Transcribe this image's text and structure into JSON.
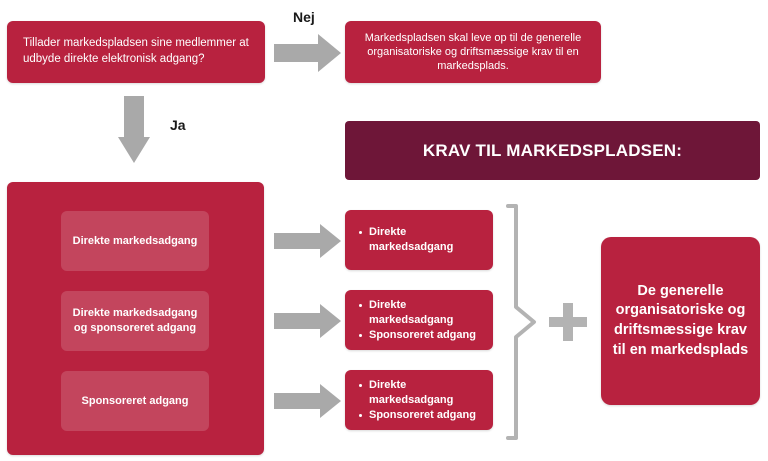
{
  "question": "Tillader markedspladsen sine medlemmer at udbyde direkte elektronisk adgang?",
  "no_label": "Nej",
  "yes_label": "Ja",
  "no_outcome": "Markedspladsen skal leve op til de generelle organisatoriske og driftsmæssige krav til en markedsplads.",
  "requirements_heading": "KRAV TIL MARKEDSPLADSEN:",
  "access_types": [
    "Direkte markedsadgang",
    "Direkte markedsadgang og sponsoreret adgang",
    "Sponsoreret adgang"
  ],
  "requirements": [
    [
      "Direkte markedsadgang"
    ],
    [
      "Direkte markedsadgang",
      "Sponsoreret adgang"
    ],
    [
      "Direkte markedsadgang",
      "Sponsoreret adgang"
    ]
  ],
  "general_requirements": "De generelle organisatoriske og driftsmæssige krav til en markedsplads",
  "colors": {
    "box": "#b8223f",
    "header": "#6e1638",
    "arrow": "#a9a9a9",
    "brace": "#b3b3b3"
  }
}
